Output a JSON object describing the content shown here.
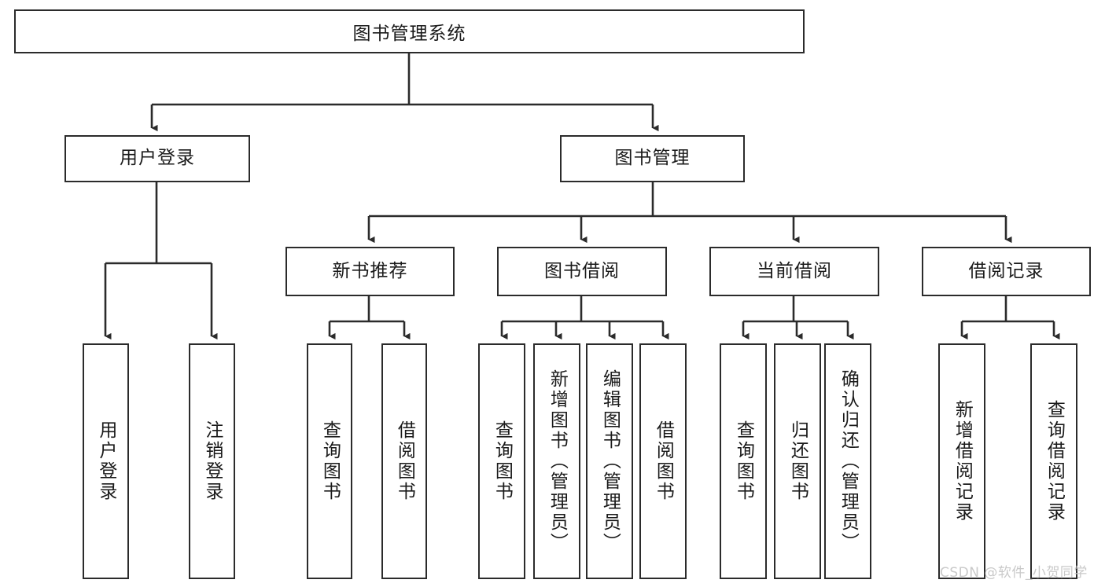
{
  "diagram": {
    "title": "图书管理系统",
    "type": "hierarchy-tree",
    "background": "#ffffff",
    "line_color": "#2b2b2b",
    "text_color": "#1a1a1a"
  },
  "root": {
    "label": "图书管理系统"
  },
  "level2": [
    {
      "label": "用户登录"
    },
    {
      "label": "图书管理"
    }
  ],
  "level3": [
    {
      "label": "新书推荐"
    },
    {
      "label": "图书借阅"
    },
    {
      "label": "当前借阅"
    },
    {
      "label": "借阅记录"
    }
  ],
  "leaves": {
    "user_login": [
      {
        "label": "用户登录"
      },
      {
        "label": "注销登录"
      }
    ],
    "new_book_recommend": [
      {
        "label": "查询图书"
      },
      {
        "label": "借阅图书"
      }
    ],
    "book_borrow": [
      {
        "label": "查询图书"
      },
      {
        "label": "新增图书（管理员）"
      },
      {
        "label": "编辑图书（管理员）"
      },
      {
        "label": "借阅图书"
      }
    ],
    "current_borrow": [
      {
        "label": "查询图书"
      },
      {
        "label": "归还图书"
      },
      {
        "label": "确认归还（管理员）"
      }
    ],
    "borrow_record": [
      {
        "label": "新增借阅记录"
      },
      {
        "label": "查询借阅记录"
      }
    ]
  },
  "watermark": {
    "text": "CSDN @软件_小贺同学",
    "color": "#c9c9c9"
  }
}
